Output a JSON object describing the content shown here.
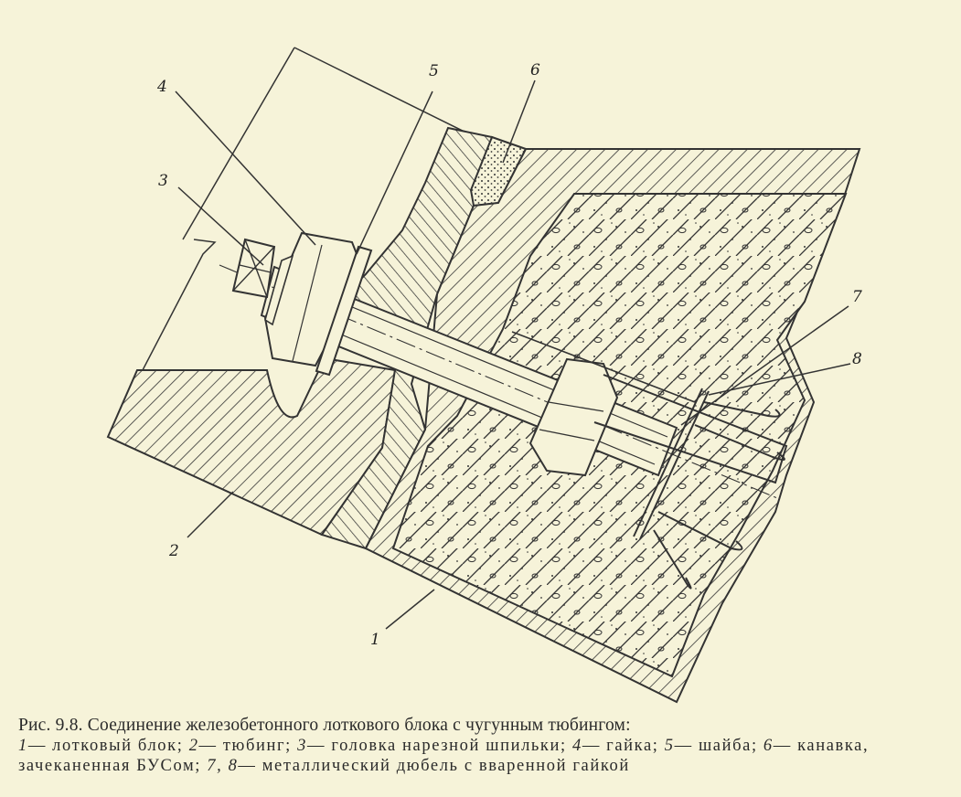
{
  "figure": {
    "labels": {
      "l1": "1",
      "l2": "2",
      "l3": "3",
      "l4": "4",
      "l5": "5",
      "l6": "6",
      "l7": "7",
      "l8": "8"
    }
  },
  "caption": {
    "title": "Рис. 9.8. Соединение железобетонного лоткового блока с чугунным тюбингом:",
    "legend": [
      {
        "num": "1",
        "text": "— лотковый блок; "
      },
      {
        "num": "2",
        "text": "— тюбинг; "
      },
      {
        "num": "3",
        "text": "— головка нарезной шпильки; "
      },
      {
        "num": "4",
        "text": "— гайка; "
      },
      {
        "num": "5",
        "text": "— шайба; "
      },
      {
        "num": "6",
        "text": "— канавка, зачеканенная БУСом; "
      },
      {
        "num": "7, 8",
        "text": "— металлический дюбель с вваренной гайкой"
      }
    ]
  },
  "colors": {
    "background": "#f6f3d9",
    "ink": "#2b2b2b"
  }
}
